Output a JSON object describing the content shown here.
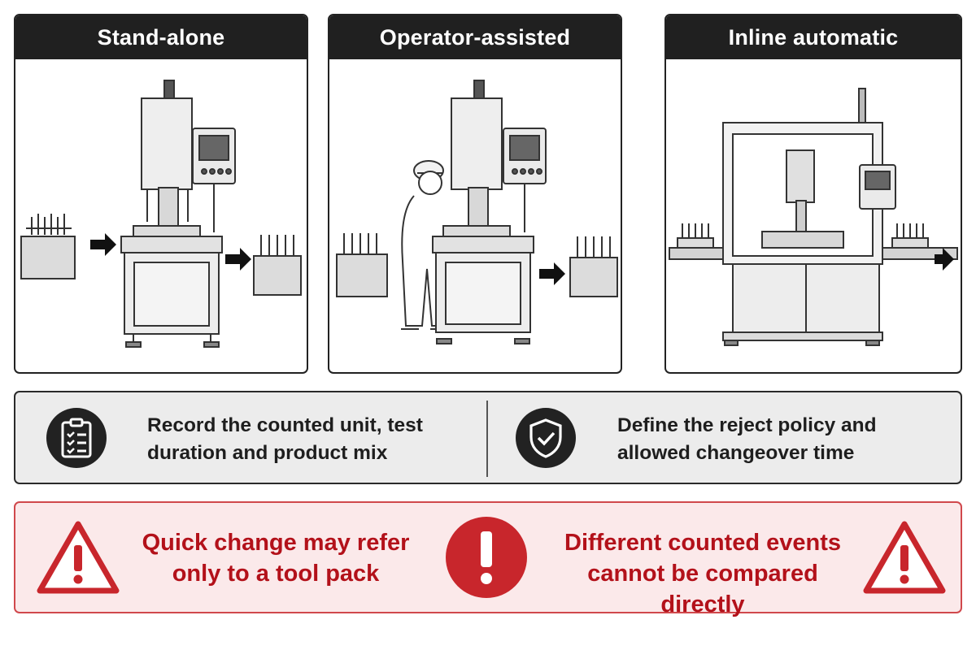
{
  "panels": [
    {
      "title": "Stand-alone"
    },
    {
      "title": "Operator-assisted"
    },
    {
      "title": "Inline automatic"
    }
  ],
  "info": {
    "left": {
      "icon": "clipboard-checklist-icon",
      "line1": "Record the counted unit, test",
      "line2": "duration and product mix"
    },
    "right": {
      "icon": "shield-check-icon",
      "line1": "Define the reject policy and",
      "line2": "allowed changeover time"
    }
  },
  "warning": {
    "left": {
      "line1": "Quick change may refer",
      "line2": "only to a tool pack"
    },
    "center_icon": "exclamation-circle-icon",
    "right": {
      "line1": "Different counted events",
      "line2": "cannot be compared directly"
    },
    "side_icons": "warning-triangle-icon"
  },
  "colors": {
    "header_bg": "#202020",
    "info_bg": "#ececec",
    "warn_bg": "#fbe9ea",
    "warn_red": "#c8262c",
    "warn_text": "#b3111a"
  }
}
